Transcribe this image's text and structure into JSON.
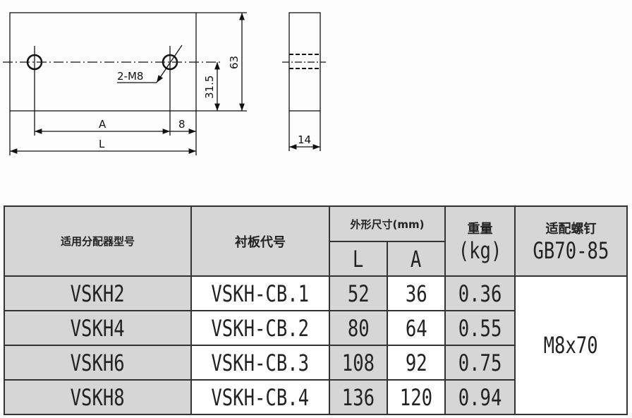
{
  "drawing": {
    "hole_label": "2-M8",
    "dim_A": "A",
    "dim_8": "8",
    "dim_L": "L",
    "dim_31_5": "31.5",
    "dim_63": "63",
    "dim_14": "14"
  },
  "table": {
    "headers": {
      "distributor_model": "适用分配器型号",
      "plate_code": "衬板代号",
      "dimensions": "外形尺寸(mm)",
      "L": "L",
      "A": "A",
      "weight": "重量",
      "weight_unit": "(kg)",
      "screw": "适配螺钉",
      "screw_std": "GB70-85"
    },
    "rows": [
      {
        "model": "VSKH2",
        "code": "VSKH-CB.1",
        "L": "52",
        "A": "36",
        "weight": "0.36"
      },
      {
        "model": "VSKH4",
        "code": "VSKH-CB.2",
        "L": "80",
        "A": "64",
        "weight": "0.55"
      },
      {
        "model": "VSKH6",
        "code": "VSKH-CB.3",
        "L": "108",
        "A": "92",
        "weight": "0.75"
      },
      {
        "model": "VSKH8",
        "code": "VSKH-CB.4",
        "L": "136",
        "A": "120",
        "weight": "0.94"
      }
    ],
    "screw_value": "M8x70"
  }
}
